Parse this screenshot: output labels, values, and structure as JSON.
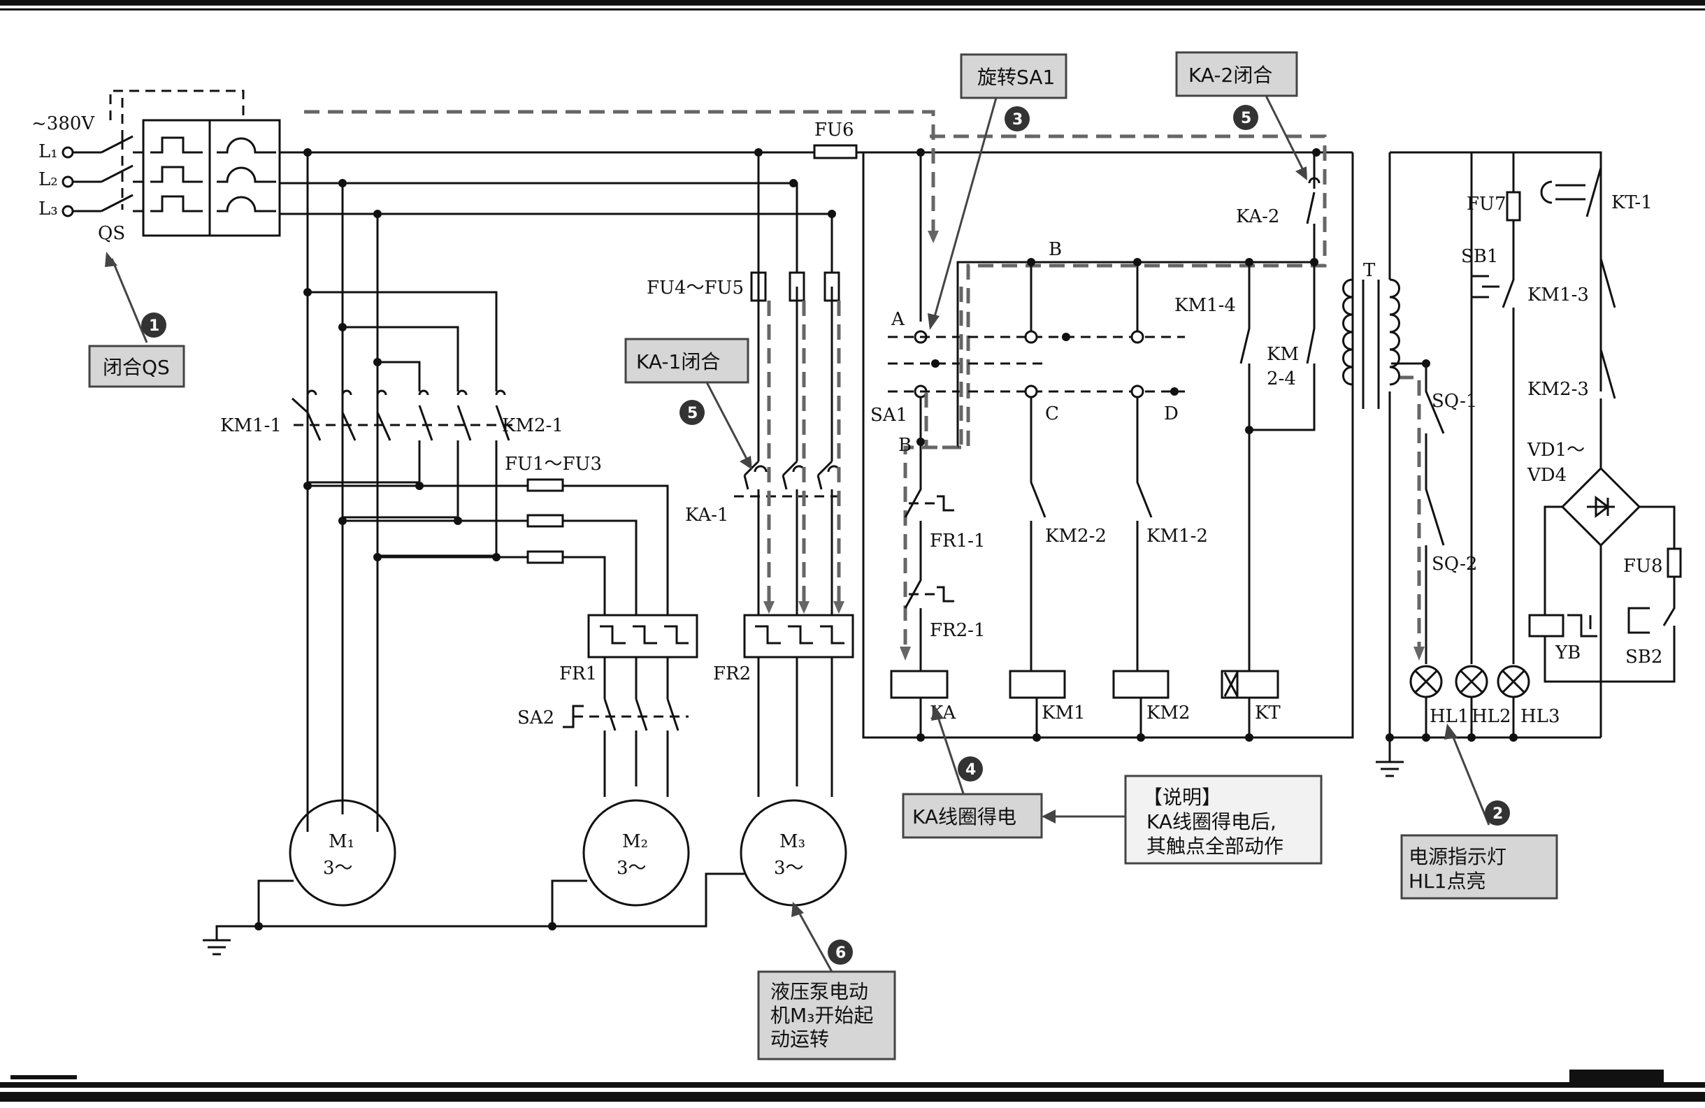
{
  "supply": {
    "voltage": "~380V",
    "L1": "L₁",
    "L2": "L₂",
    "L3": "L₃",
    "qs": "QS"
  },
  "motors": {
    "m1": "M₁",
    "m2": "M₂",
    "m3": "M₃",
    "phase": "3～"
  },
  "labels": {
    "fu6": "FU6",
    "fu4_5": "FU4～FU5",
    "fu1_3": "FU1～FU3",
    "km1_1": "KM1-1",
    "km2_1": "KM2-1",
    "ka_1": "KA-1",
    "fr1": "FR1",
    "fr2": "FR2",
    "sa2": "SA2",
    "sa1": "SA1",
    "A": "A",
    "B": "B",
    "B2": "B",
    "C": "C",
    "D": "D",
    "fr1_1": "FR1-1",
    "fr2_1": "FR2-1",
    "ka": "KA",
    "km1": "KM1",
    "km2": "KM2",
    "kt": "KT",
    "km2_2": "KM2-2",
    "km1_2": "KM1-2",
    "ka_2": "KA-2",
    "km1_4": "KM1-4",
    "km2_4a": "KM",
    "km2_4b": "2-4",
    "T": "T",
    "fu7": "FU7",
    "kt_1": "KT-1",
    "sb1": "SB1",
    "km1_3": "KM1-3",
    "km2_3": "KM2-3",
    "vd_a": "VD1～",
    "vd_b": "VD4",
    "fu8": "FU8",
    "sq1": "SQ-1",
    "sq2": "SQ-2",
    "yb": "YB",
    "sb2": "SB2",
    "hl1": "HL1",
    "hl2": "HL2",
    "hl3": "HL3"
  },
  "callouts": [
    {
      "num": "1",
      "text": "闭合QS"
    },
    {
      "num": "2",
      "text1": "电源指示灯",
      "text2": "HL1点亮"
    },
    {
      "num": "3",
      "text": "旋转SA1"
    },
    {
      "num": "4",
      "text": "KA线圈得电"
    },
    {
      "num": "5",
      "text": "KA-1闭合"
    },
    {
      "num": "5",
      "text": "KA-2闭合"
    },
    {
      "num": "6",
      "text1": "液压泵电动",
      "text2": "机M₃开始起",
      "text3": "动运转"
    }
  ],
  "note": {
    "title": "【说明】",
    "line1": "KA线圈得电后,",
    "line2": "其触点全部动作"
  }
}
